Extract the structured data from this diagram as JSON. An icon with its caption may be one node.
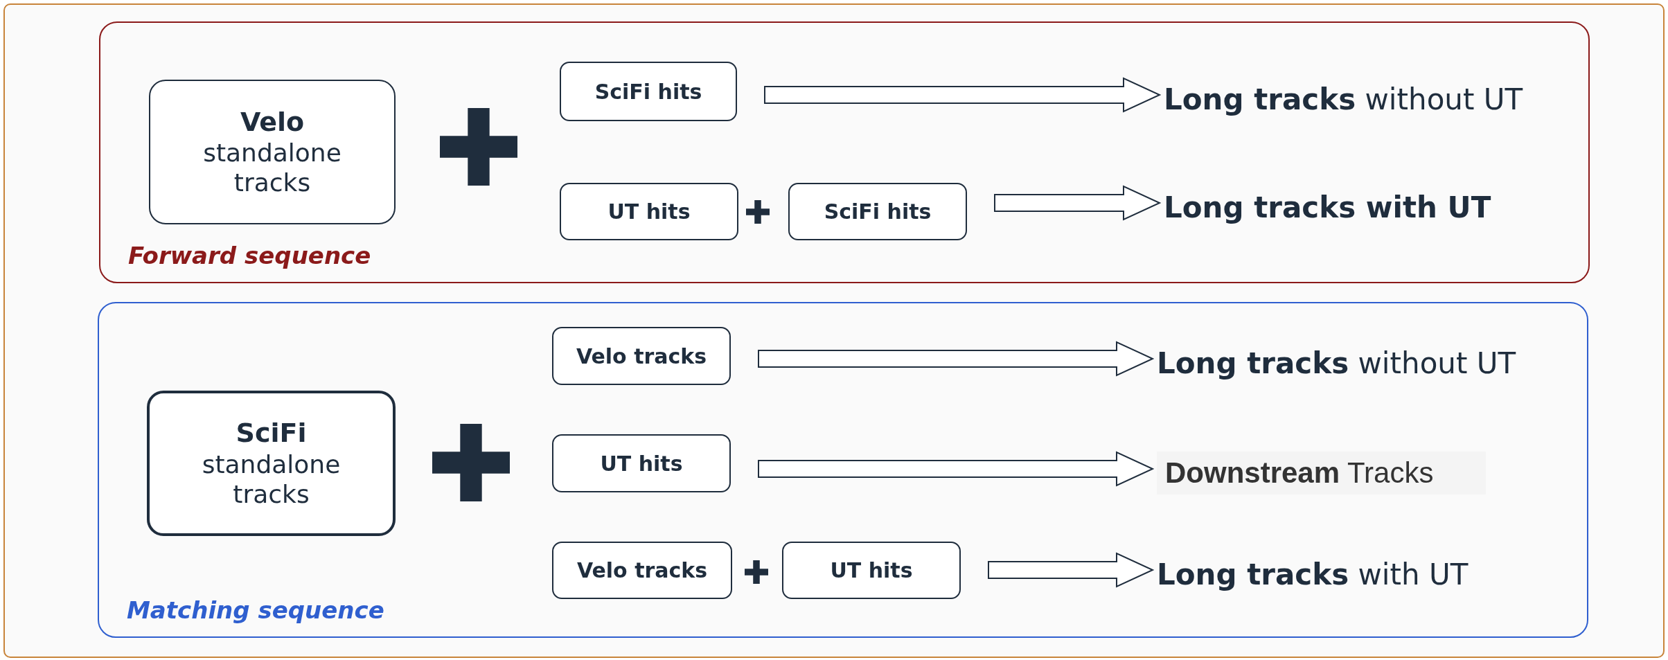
{
  "diagram": {
    "nodes": [
      {
        "text": [
          "Forward sequence"
        ]
      },
      {
        "text": [
          "Velo",
          "standalone tracks"
        ],
        "in": 0
      },
      {
        "text": [
          "SciFi hits"
        ],
        "in": 0
      },
      {
        "text": [
          "**Long tracks** without UT"
        ],
        "in": 0
      },
      {
        "text": [
          "UT hits"
        ],
        "in": 0
      },
      {
        "text": [
          "SciFi hits"
        ],
        "in": 0
      },
      {
        "text": [
          "Long tracks with UT"
        ],
        "in": 0
      },
      {
        "text": [
          "Matching sequence"
        ]
      },
      {
        "text": [
          "SciFi",
          "standalone tracks"
        ],
        "in": 7
      },
      {
        "text": [
          "Velo tracks"
        ],
        "in": 7
      },
      {
        "text": [
          "**Long tracks** without UT"
        ],
        "in": 7
      },
      {
        "text": [
          "UT hits"
        ],
        "in": 7
      },
      {
        "text": [
          "**Downstream** Tracks"
        ],
        "in": 7
      },
      {
        "text": [
          "Velo tracks"
        ],
        "in": 7
      },
      {
        "text": [
          "UT hits"
        ],
        "in": 7
      },
      {
        "text": [
          "**Long tracks** with UT"
        ],
        "in": 7
      }
    ],
    "edges": [
      {
        "from": 2,
        "to": 3,
        "arrow": "to"
      },
      {
        "from": 5,
        "to": 6,
        "arrow": "to"
      },
      {
        "from": 9,
        "to": 10,
        "arrow": "to"
      },
      {
        "from": 11,
        "to": 12,
        "arrow": "to"
      },
      {
        "from": 14,
        "to": 15,
        "arrow": "to"
      }
    ]
  }
}
